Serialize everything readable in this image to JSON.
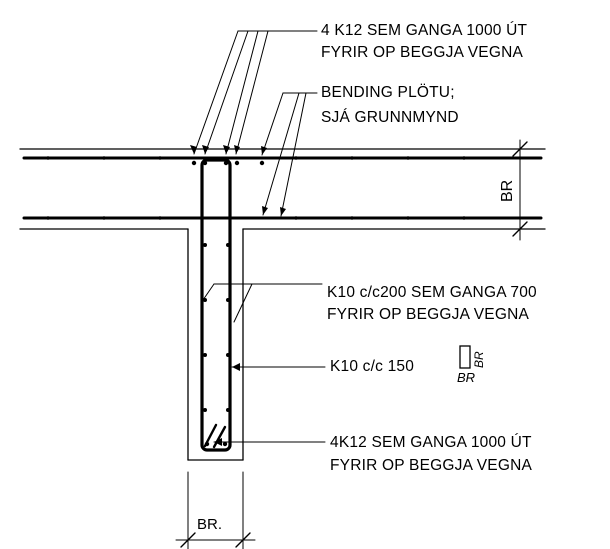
{
  "labels": {
    "top_bars_line1": "4 K12 SEM GANGA 1000 ÚT",
    "top_bars_line2": "FYRIR OP BEGGJA VEGNA",
    "slab_bend_line1": "BENDING PLÖTU;",
    "slab_bend_line2": "SJÁ GRUNNMYND",
    "side_bars_line1": "K10 c/c200 SEM GANGA 700",
    "side_bars_line2": "FYRIR OP BEGGJA VEGNA",
    "stirrup_label": "K10 c/c 150",
    "stirrup_dim_v": "BR",
    "stirrup_dim_h": "BR",
    "bottom_bars_line1": "4K12 SEM GANGA 1000 ÚT",
    "bottom_bars_line2": "FYRIR OP BEGGJA VEGNA"
  },
  "dimensions": {
    "slab_thickness": "BR",
    "beam_width": "BR."
  }
}
